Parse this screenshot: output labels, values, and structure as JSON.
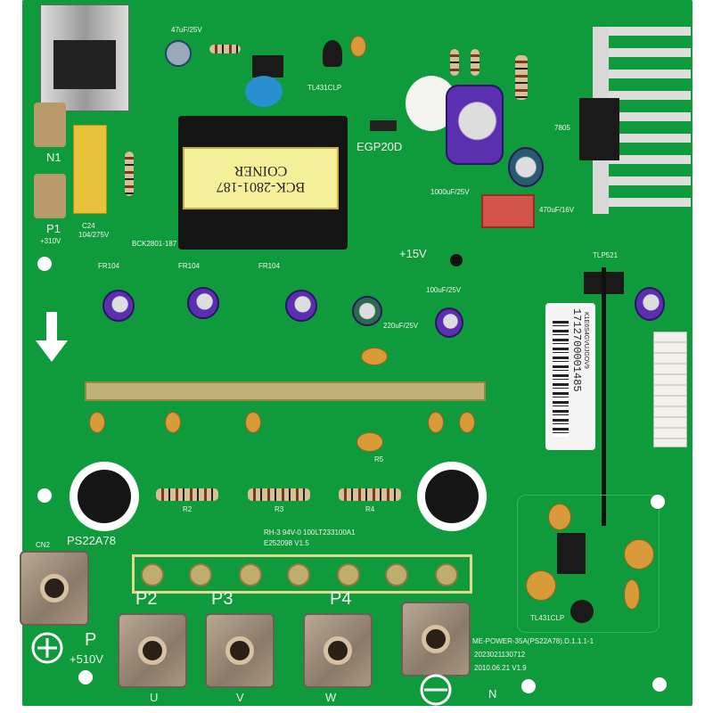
{
  "board": {
    "transformer_label": [
      "BCK-2801-187",
      "COINER"
    ],
    "transformer_ref": "BCK2801-187",
    "labels": {
      "n1": "N1",
      "p1": "P1",
      "v310": "+310V",
      "c24": "C24",
      "c24_value": "104/275V",
      "cap_47uf": "47uF/25V",
      "tl431": "TL431CLP",
      "egp": "EGP20D",
      "cap_1000uf": "1000uF/25V",
      "reg": "7805",
      "cap_470uf": "470uF/16V",
      "v15": "+15V",
      "tlp": "TLP521",
      "fr104": "FR104",
      "cap_100uf": "100uF/25V",
      "cap_220uf": "220uF/25V",
      "r2": "R2",
      "r3": "R3",
      "r4": "R4",
      "r5": "R5",
      "ps": "PS22A78",
      "cn2": "CN2",
      "ul1": "RH-3 94V-0 100LT233100A1",
      "ul2": "E252098 V1.5",
      "p": "P",
      "v510": "+510V",
      "p2": "P2",
      "p3": "P3",
      "p4": "P4",
      "u": "U",
      "v": "V",
      "w": "W",
      "n": "N",
      "model": "ME-POWER-35A(PS22A78).D.1.1.1-1",
      "serial": "2023021130712",
      "date": "2010.06.21 V1.9",
      "tl431_2": "TL431CLP"
    },
    "sticker": {
      "number": "1712700001485",
      "code": "K1E6S4GVUJGOV9"
    }
  }
}
